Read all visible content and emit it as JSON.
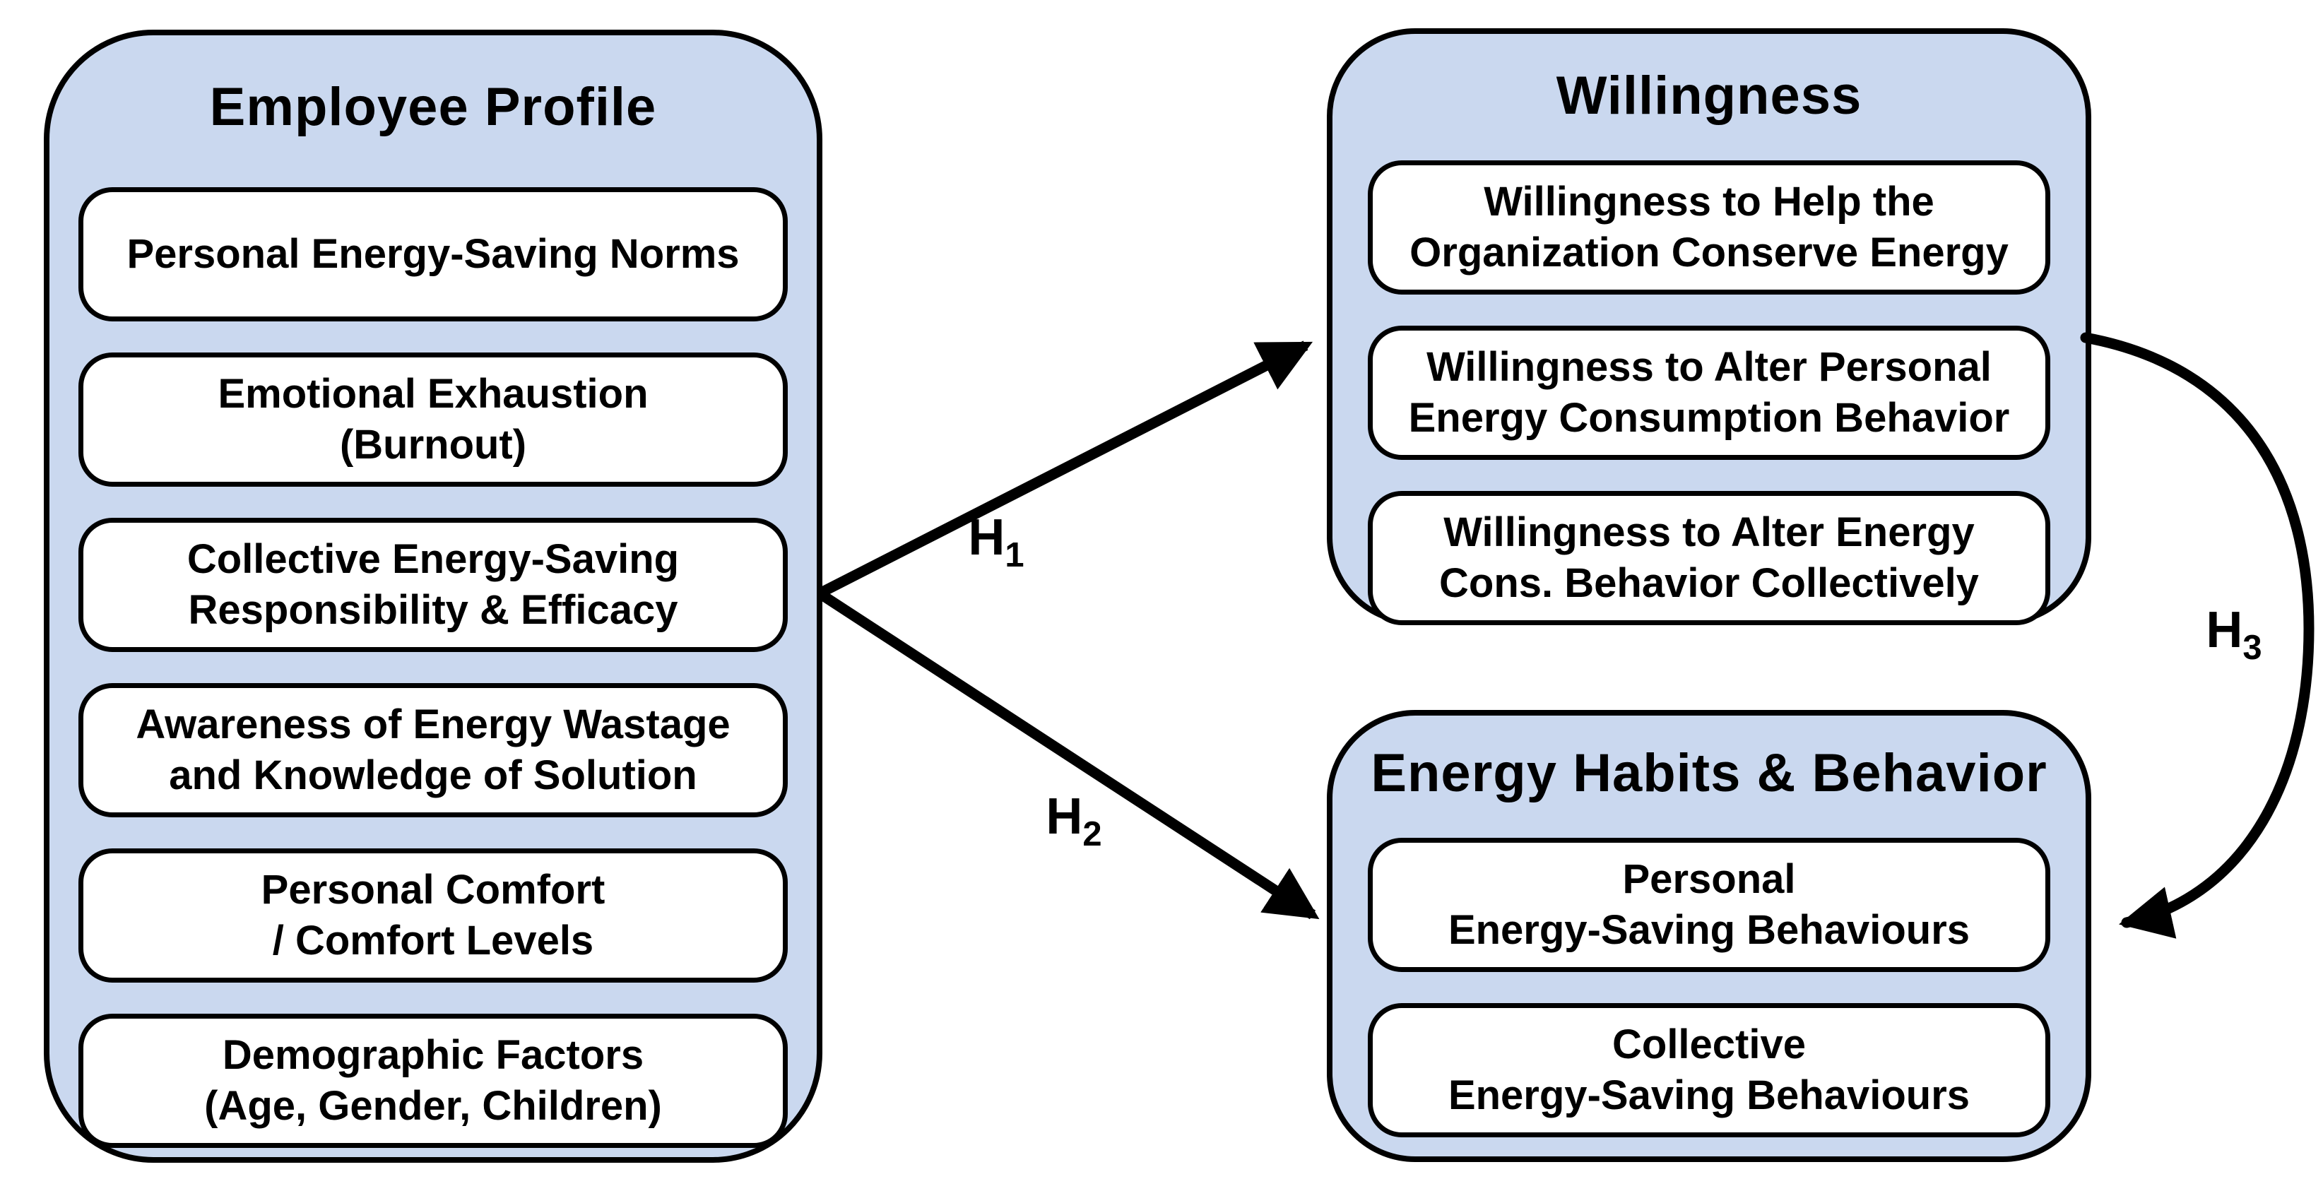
{
  "diagram": {
    "colors": {
      "background": "#ffffff",
      "panel_fill": "#cad8ef",
      "panel_border": "#000000",
      "box_fill": "#ffffff",
      "box_border": "#000000",
      "arrow": "#000000",
      "text": "#000000"
    },
    "panels": {
      "employee_profile": {
        "title": "Employee Profile",
        "items": [
          "Personal Energy-Saving Norms",
          "Emotional Exhaustion\n(Burnout)",
          "Collective Energy-Saving\nResponsibility & Efficacy",
          "Awareness of Energy Wastage\nand Knowledge of Solution",
          "Personal Comfort\n/ Comfort Levels",
          "Demographic Factors\n(Age, Gender, Children)"
        ]
      },
      "willingness": {
        "title": "Willingness",
        "items": [
          "Willingness to Help the\nOrganization Conserve Energy",
          "Willingness to Alter Personal\nEnergy Consumption Behavior",
          "Willingness to Alter Energy\nCons. Behavior Collectively"
        ]
      },
      "energy_habits": {
        "title": "Energy Habits & Behavior",
        "items": [
          "Personal\nEnergy-Saving Behaviours",
          "Collective\nEnergy-Saving Behaviours"
        ]
      }
    },
    "hypotheses": {
      "h1": {
        "base": "H",
        "sub": "1",
        "from": "Employee Profile",
        "to": "Willingness"
      },
      "h2": {
        "base": "H",
        "sub": "2",
        "from": "Employee Profile",
        "to": "Energy Habits & Behavior"
      },
      "h3": {
        "base": "H",
        "sub": "3",
        "from": "Willingness",
        "to": "Energy Habits & Behavior"
      }
    }
  }
}
